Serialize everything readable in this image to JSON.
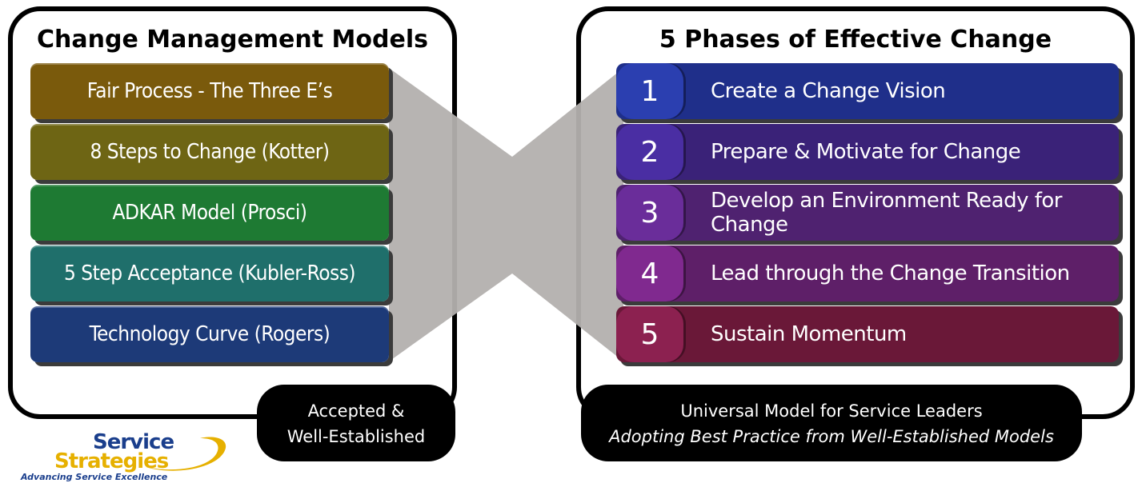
{
  "left_panel": {
    "title": "Change Management Models",
    "models": [
      {
        "label": "Fair Process - The Three E’s",
        "color": "#7a5a0c"
      },
      {
        "label": "8 Steps to Change (Kotter)",
        "color": "#6e6514"
      },
      {
        "label": "ADKAR Model (Prosci)",
        "color": "#1e7a33"
      },
      {
        "label": "5 Step Acceptance (Kubler-Ross)",
        "color": "#1f6f6b"
      },
      {
        "label": "Technology Curve (Rogers)",
        "color": "#1d3a78"
      }
    ],
    "bubble": {
      "line1": "Accepted &",
      "line2": "Well-Established"
    }
  },
  "right_panel": {
    "title": "5 Phases of Effective Change",
    "phases": [
      {
        "number": "1",
        "label": "Create a Change Vision",
        "color": "#1f2f8a",
        "pill_color": "#2b3fb0"
      },
      {
        "number": "2",
        "label": "Prepare & Motivate for Change",
        "color": "#3a2278",
        "pill_color": "#4a2ea3"
      },
      {
        "number": "3",
        "label": "Develop an Environment Ready for Change",
        "color": "#4f2270",
        "pill_color": "#6a2d9a"
      },
      {
        "number": "4",
        "label": "Lead through the Change Transition",
        "color": "#5e1f68",
        "pill_color": "#80298f"
      },
      {
        "number": "5",
        "label": "Sustain Momentum",
        "color": "#6a1838",
        "pill_color": "#8c2150"
      }
    ],
    "bubble": {
      "line1": "Universal Model for Service Leaders",
      "line2": "Adopting Best Practice from Well-Established Models"
    }
  },
  "funnel_color": "#b3b0ae",
  "logo": {
    "line1": "Service",
    "line2": "Strategies",
    "tagline": "Advancing Service Excellence",
    "colors": {
      "blue": "#1a3e8c",
      "gold": "#e6b000"
    }
  }
}
